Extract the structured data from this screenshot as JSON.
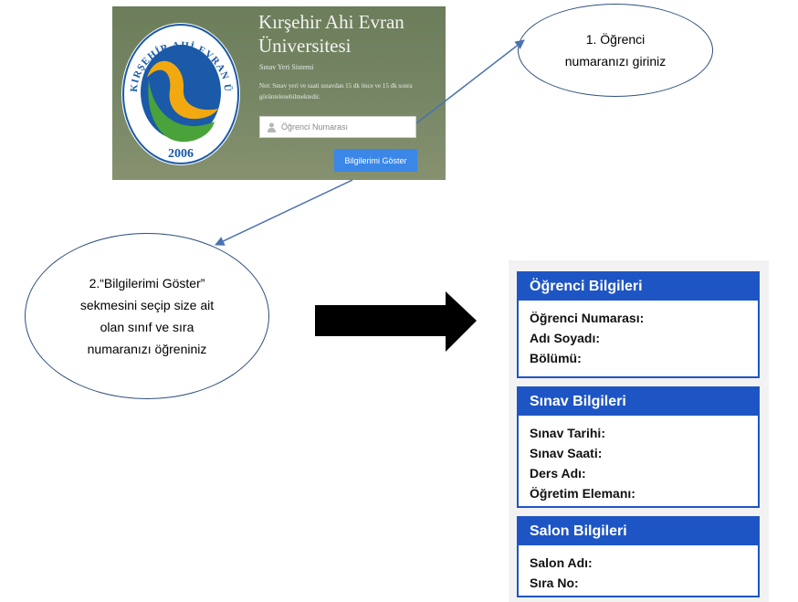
{
  "login": {
    "university_line1": "Kırşehir Ahi Evran",
    "university_line2": "Üniversitesi",
    "system_name": "Sınav Yeri Sistemi",
    "note": "Not: Sınav yeri ve saati sınavdan 15 dk önce ve 15 dk sonra görüntelenebilmektedir.",
    "student_number_placeholder": "Öğrenci Numarası",
    "show_button_label": "Bilgilerimi Göster",
    "logo_text": "KIRŞEHİR AHİ EVRAN ÜNİVERSİTESİ",
    "logo_year": "2006"
  },
  "callouts": {
    "step1_line1": "1. Öğrenci",
    "step1_line2": "numaranızı giriniz",
    "step2_line1": "2.“Bilgilerimi Göster”",
    "step2_line2": "sekmesini seçip size ait",
    "step2_line3": "olan sınıf ve sıra",
    "step2_line4": "numaranızı öğreniniz"
  },
  "cards": {
    "student": {
      "title": "Öğrenci Bilgileri",
      "fields": [
        "Öğrenci Numarası:",
        "Adı Soyadı:",
        "Bölümü:"
      ]
    },
    "exam": {
      "title": "Sınav Bilgileri",
      "fields": [
        "Sınav Tarihi:",
        "Sınav Saati:",
        "Ders Adı:",
        "Öğretim Elemanı:"
      ]
    },
    "room": {
      "title": "Salon Bilgileri",
      "fields": [
        "Salon Adı:",
        "Sıra No:"
      ]
    }
  },
  "colors": {
    "card_header": "#1e55c4",
    "button": "#3a87e8",
    "connector_arrow": "#4a72b0",
    "big_arrow": "#000000"
  },
  "icons": {
    "user": "user-icon",
    "big_arrow": "right-arrow-icon"
  }
}
